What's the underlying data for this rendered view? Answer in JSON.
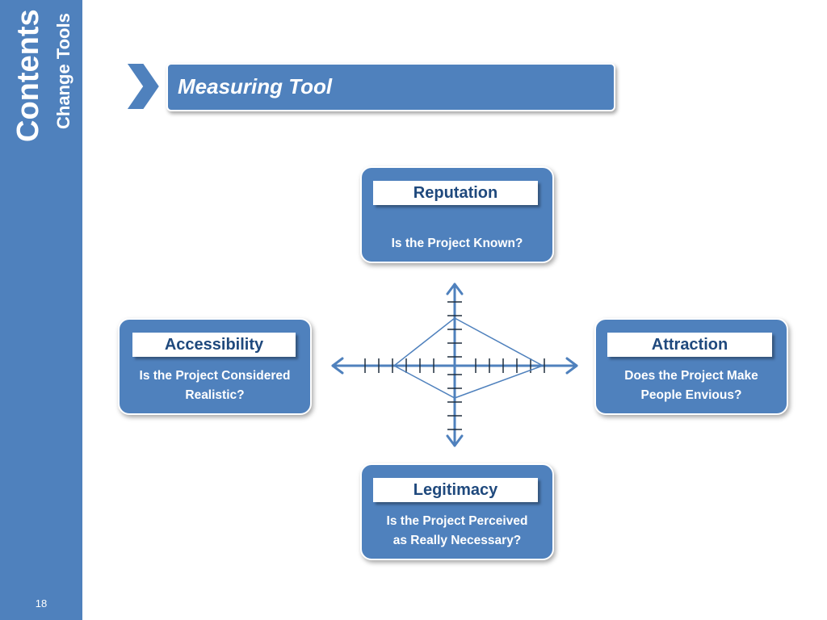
{
  "sidebar": {
    "title": "Contents",
    "subtitle": "Change Tools",
    "page_number": "18"
  },
  "header": {
    "title": "Measuring Tool"
  },
  "cards": {
    "reputation": {
      "label": "Reputation",
      "question": "Is the Project Known?"
    },
    "accessibility": {
      "label": "Accessibility",
      "question_line1": "Is the Project Considered",
      "question_line2": "Realistic?"
    },
    "attraction": {
      "label": "Attraction",
      "question_line1": "Does the Project Make",
      "question_line2": "People Envious?"
    },
    "legitimacy": {
      "label": "Legitimacy",
      "question_line1": "Is the Project Perceived",
      "question_line2": "as Really Necessary?"
    }
  },
  "colors": {
    "accent": "#4f81bd",
    "label_text": "#1f497d",
    "axis": "#4f81bd"
  }
}
